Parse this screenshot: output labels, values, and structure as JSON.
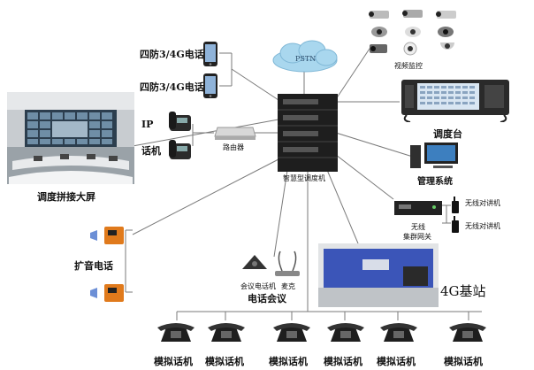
{
  "labels": {
    "phone_4g_top": "四防3/4G电话",
    "phone_4g_bottom": "四防3/4G电话",
    "pstn": "PSTN",
    "video_monitoring": "视频监控",
    "dispatch_console": "调度台",
    "ip_line1": "IP",
    "ip_line2": "话机",
    "router": "路由器",
    "dispatcher": "智慧型调度机",
    "screen": "调度拼接大屏",
    "management": "管理系统",
    "radio_top": "无线对讲机",
    "radio_bottom": "无线对讲机",
    "gateway_line1": "无线",
    "gateway_line2": "集群网关",
    "pa_phone": "扩音电话",
    "conf_phone_caption": "会议电话机",
    "mic_caption": "麦克",
    "phone_conference": "电话会议",
    "base_station": "4G基站",
    "analog_phones": [
      "模拟话机",
      "模拟话机",
      "模拟话机",
      "模拟话机",
      "模拟话机",
      "模拟话机"
    ]
  },
  "colors": {
    "wire": "#7a7a7a",
    "cloud": "#a9d7ee",
    "server": "#1e1e1e",
    "pa_phone": "#e07a1c",
    "base_station": "#3b55b8"
  }
}
